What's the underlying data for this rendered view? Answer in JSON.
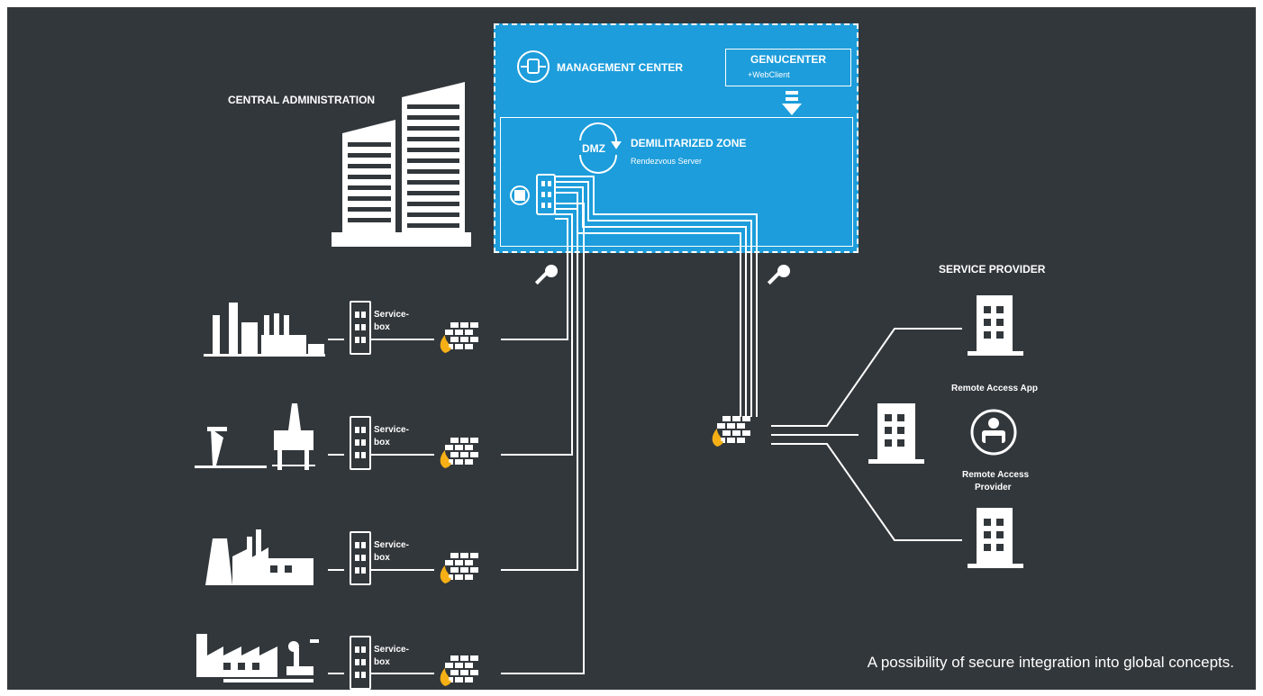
{
  "labels": {
    "central_admin": "CENTRAL ADMINISTRATION",
    "management_center": "MANAGEMENT CENTER",
    "genucenter": "GENUCENTER",
    "webclient": "+WebClient",
    "dmz_badge": "DMZ",
    "dmz_title": "DEMILITARIZED ZONE",
    "dmz_sub": "Rendezvous Server",
    "service_provider": "SERVICE PROVIDER",
    "remote_access_app": "Remote Access App",
    "remote_access_provider_1": "Remote Access",
    "remote_access_provider_2": "Provider",
    "slogan": "A possibility of secure integration into global concepts."
  },
  "sites": [
    {
      "icon": "refinery-icon",
      "box_l1": "Service-",
      "box_l2": "box"
    },
    {
      "icon": "oil-rig-icon",
      "box_l1": "Service-",
      "box_l2": "box"
    },
    {
      "icon": "power-plant-icon",
      "box_l1": "Service-",
      "box_l2": "box"
    },
    {
      "icon": "factory-robot-icon",
      "box_l1": "Service-",
      "box_l2": "box"
    }
  ],
  "colors": {
    "background": "#32373b",
    "management_blue": "#1d9ddb",
    "flame": "#f6b016",
    "line": "#ffffff"
  }
}
